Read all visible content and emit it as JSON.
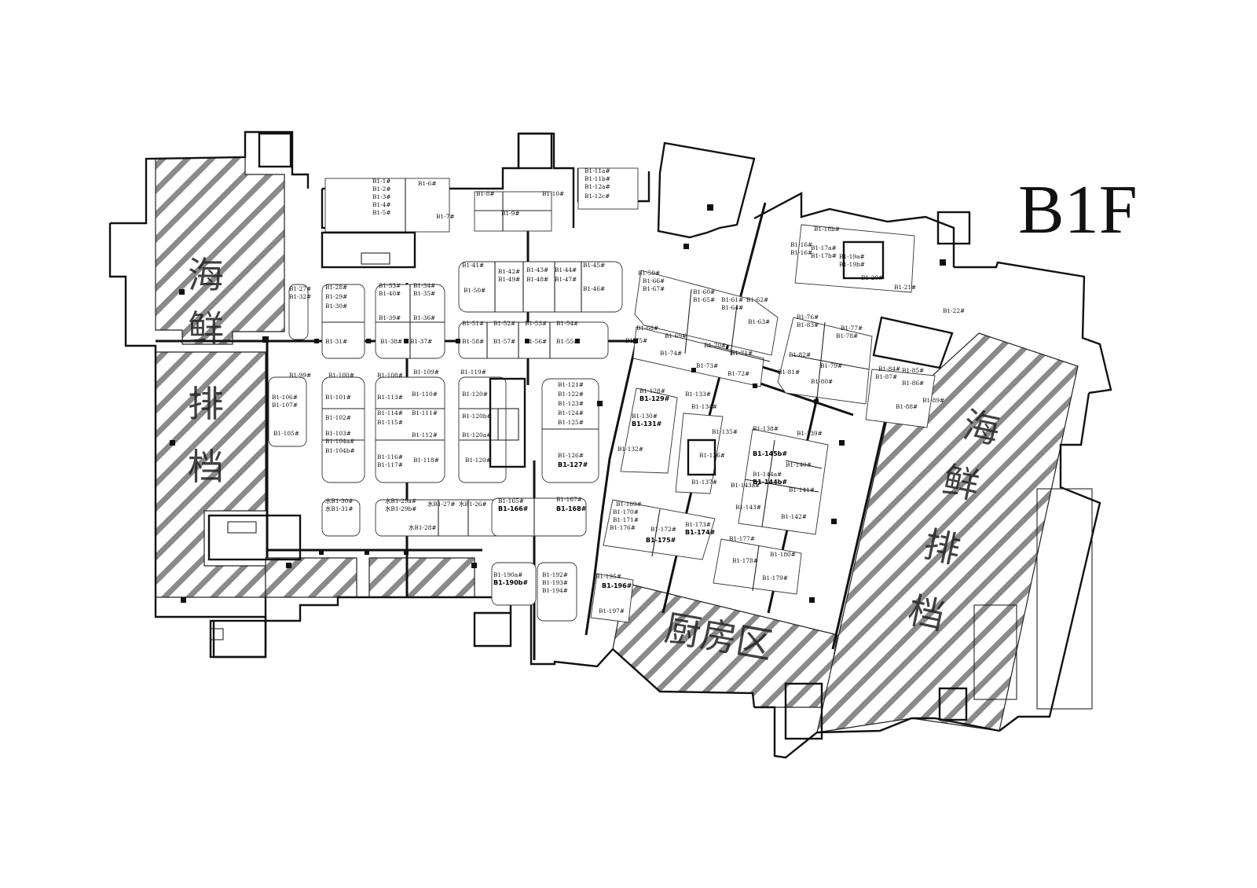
{
  "title": "B1F",
  "hatch_color": "#8a8a8a",
  "zones": [
    {
      "id": "z-west-top",
      "chars": [
        "海",
        "鲜"
      ]
    },
    {
      "id": "z-west-mid",
      "chars": [
        "排",
        "档"
      ]
    },
    {
      "id": "z-kitchen",
      "text": "厨房区"
    },
    {
      "id": "z-east",
      "chars": [
        "海",
        "鲜",
        "排",
        "档"
      ]
    }
  ],
  "stalls": [
    "B1-1#",
    "B1-2#",
    "B1-3#",
    "B1-4#",
    "B1-5#",
    "B1-6#",
    "B1-7#",
    "B1-8#",
    "B1-9#",
    "B1-10#",
    "B1-11a#",
    "B1-11b#",
    "B1-12a#",
    "B1-12c#",
    "B1-16#",
    "B1-16#",
    "B1-18b#",
    "B1-17a#",
    "B1-17b#",
    "B1-19a#",
    "B1-19b#",
    "B1-20#",
    "B1-21#",
    "B1-22#",
    "B1-27#",
    "B1-32#",
    "B1-28#",
    "B1-29#",
    "B1-30#",
    "B1-31#",
    "B1-33#",
    "B1-40#",
    "B1-34#",
    "B1-35#",
    "B1-39#",
    "B1-36#",
    "B1-38#",
    "B1-37#",
    "B1-41#",
    "B1-42#",
    "B1-49#",
    "B1-43#",
    "B1-48#",
    "B1-44#",
    "B1-47#",
    "B1-45#",
    "B1-46#",
    "B1-50#",
    "B1-51#",
    "B1-52#",
    "B1-53#",
    "B1-54#",
    "B1-58#",
    "B1-57#",
    "B1-56#",
    "B1-55#",
    "B1-59#",
    "B1-66#",
    "B1-67#",
    "B1-60#",
    "B1-65#",
    "B1-61#",
    "B1-64#",
    "B1-62#",
    "B1-63#",
    "B1-68#",
    "B1-69#",
    "B1-70#",
    "B1-71#",
    "B1-74#",
    "B1-73#",
    "B1-72#",
    "B1-75#",
    "B1-76#",
    "B1-83#",
    "B1-77#",
    "B1-78#",
    "B1-82#",
    "B1-79#",
    "B1-81#",
    "B1-80#",
    "B1-84#",
    "B1-87#",
    "B1-85#",
    "B1-86#",
    "B1-88#",
    "B1-89#",
    "B1-99#",
    "B1-100#",
    "B1-108#",
    "B1-109#",
    "B1-119#",
    "B1-106#",
    "B1-107#",
    "B1-101#",
    "B1-113#",
    "B1-110#",
    "B1-120#",
    "B1-102#",
    "B1-114#",
    "B1-115#",
    "B1-111#",
    "B1-120b#",
    "B1-105#",
    "B1-103#",
    "B1-104a#",
    "B1-104b#",
    "B1-112#",
    "B1-120a#",
    "B1-116#",
    "B1-117#",
    "B1-118#",
    "B1-120#",
    "B1-121#",
    "B1-122#",
    "B1-123#",
    "B1-124#",
    "B1-125#",
    "B1-126#",
    "B1-127#",
    "B1-128#",
    "B1-129#",
    "B1-130#",
    "B1-131#",
    "B1-132#",
    "B1-133#",
    "B1-134#",
    "B1-135#",
    "B1-136#",
    "B1-137#",
    "B1-138#",
    "B1-139#",
    "B1-140#",
    "B1-143a#",
    "B1-145b#",
    "B1-144a#",
    "B1-144b#",
    "B1-141#",
    "B1-142#",
    "B1-143#",
    "水B1-30#",
    "水B1-31#",
    "水B1-29a#",
    "水B1-29b#",
    "水B1-27#",
    "水B1-26#",
    "水B1-28#",
    "B1-165#",
    "B1-166#",
    "B1-167#",
    "B1-168#",
    "B1-169#",
    "B1-170#",
    "B1-171#",
    "B1-176#",
    "B1-172#",
    "B1-175#",
    "B1-173#",
    "B1-174#",
    "B1-177#",
    "B1-178#",
    "B1-180#",
    "B1-179#",
    "B1-190a#",
    "B1-190b#",
    "B1-192#",
    "B1-193#",
    "B1-194#",
    "B1-195#",
    "B1-196#",
    "B1-197#"
  ]
}
